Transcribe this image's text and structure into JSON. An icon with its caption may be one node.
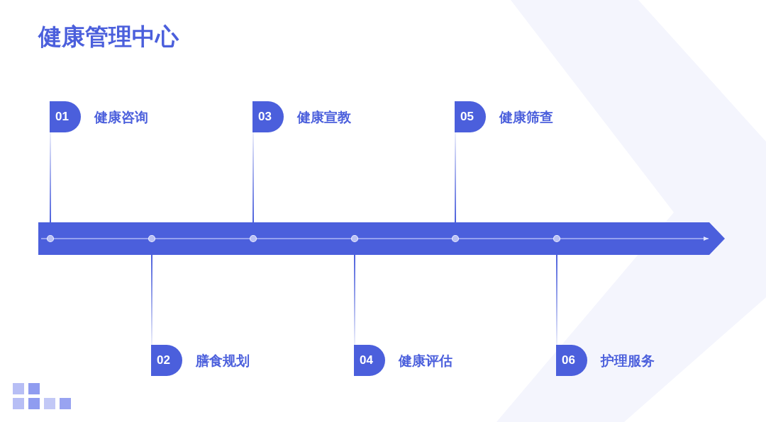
{
  "diagram": {
    "title": "健康管理中心",
    "nodes": [
      {
        "text": [
          "01"
        ],
        "beside": [
          "健康咨询"
        ]
      },
      {
        "text": [
          "02"
        ],
        "beside": [
          "膳食规划"
        ]
      },
      {
        "text": [
          "03"
        ],
        "beside": [
          "健康宣教"
        ]
      },
      {
        "text": [
          "04"
        ],
        "beside": [
          "健康评估"
        ]
      },
      {
        "text": [
          "05"
        ],
        "beside": [
          "健康筛查"
        ]
      },
      {
        "text": [
          "06"
        ],
        "beside": [
          "护理服务"
        ]
      }
    ]
  }
}
